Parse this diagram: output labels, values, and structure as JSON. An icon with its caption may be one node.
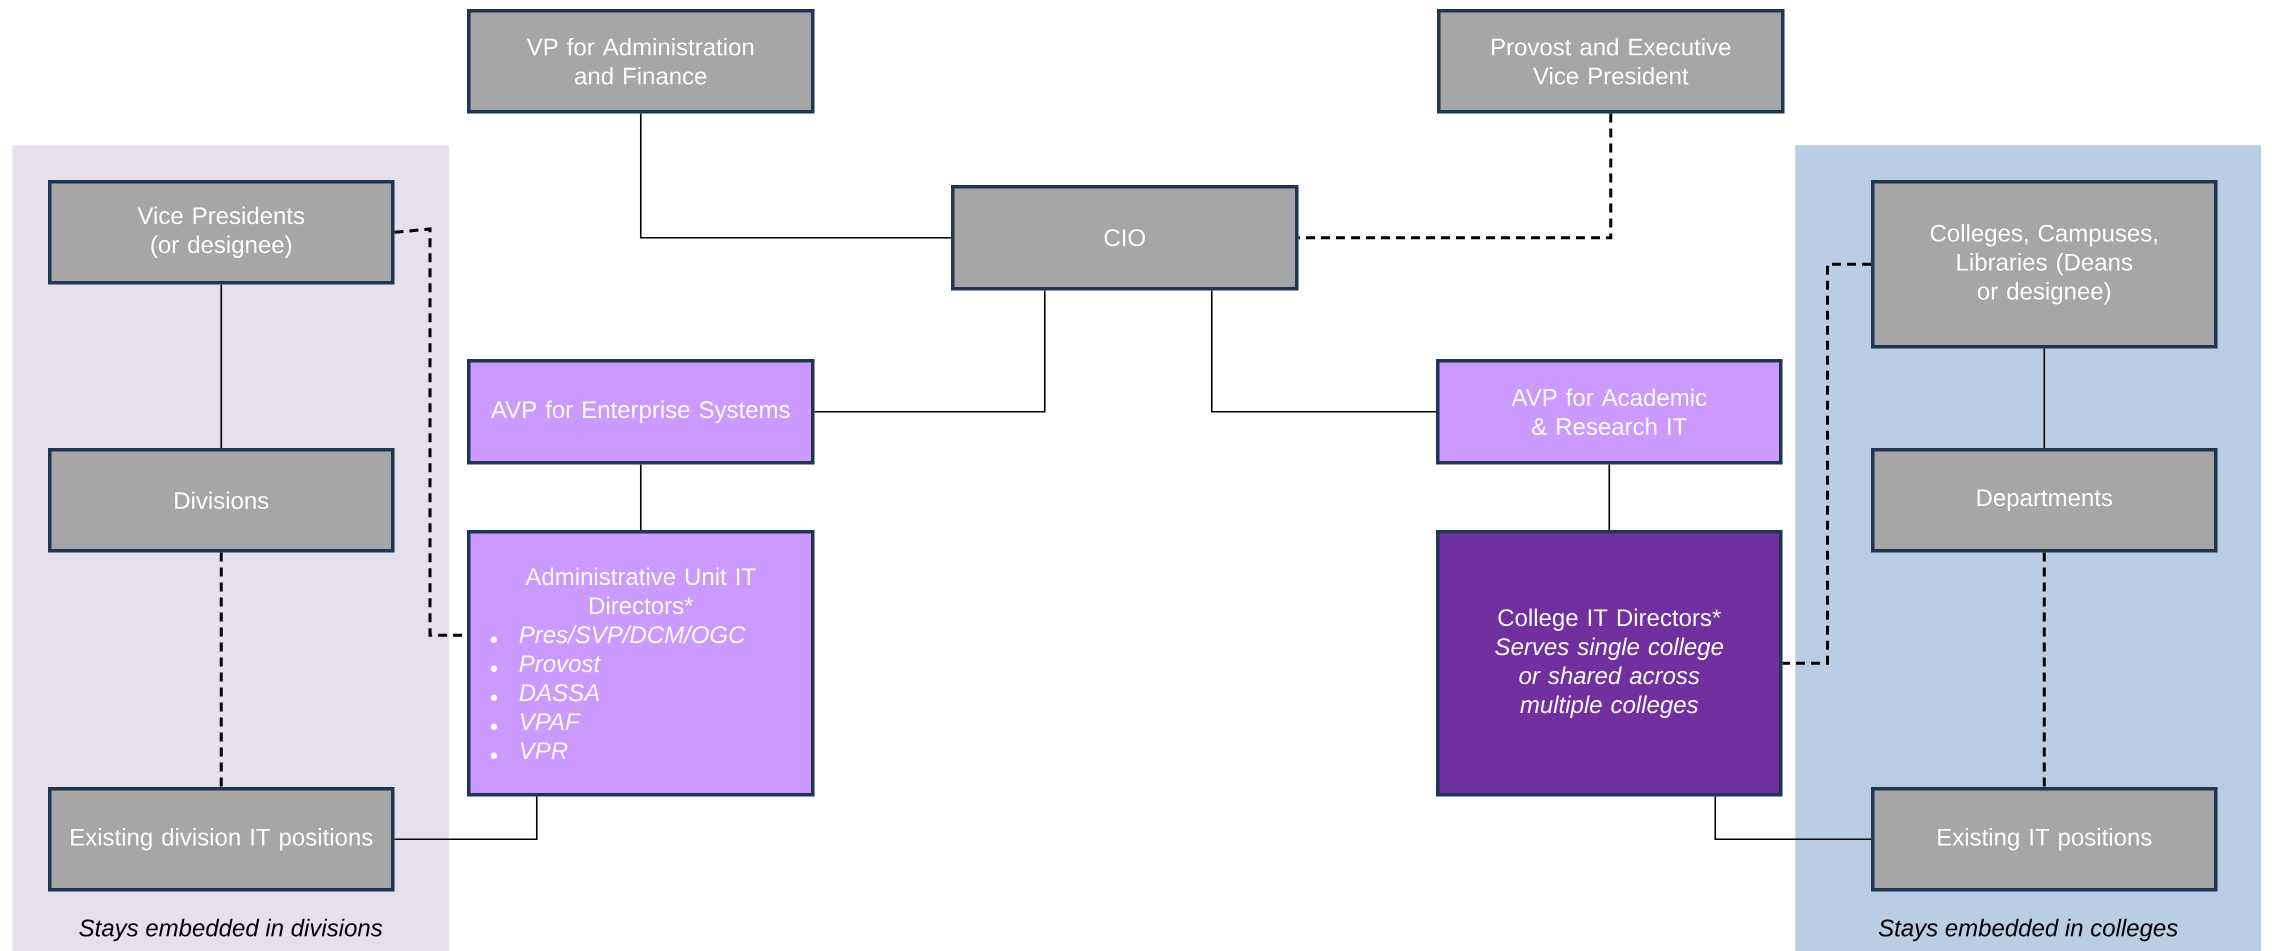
{
  "diagram": {
    "nodes": [
      {
        "text": [
          "Stays embedded in divisions"
        ]
      },
      {
        "text": [
          "VP for Administration and Finance"
        ]
      },
      {
        "text": [
          "Provost and Executive Vice President"
        ]
      },
      {
        "text": [
          "Vice Presidents (or designee)"
        ],
        "in": 0
      },
      {
        "text": [
          "CIO"
        ]
      },
      {
        "text": [
          "AVP for Enterprise Systems"
        ]
      },
      {
        "text": [
          "AVP for Academic & Research IT"
        ]
      },
      {
        "text": [
          "Divisions"
        ],
        "in": 0
      },
      {
        "text": [
          "Administrative Unit IT Directors*",
          "Pres/SVP/DCM/OGC",
          "Provost",
          "DASSA",
          "VPAF",
          "VPR"
        ]
      },
      {
        "text": [
          "College IT Directors*",
          "Serves single college or shared across multiple colleges"
        ]
      },
      {
        "text": [
          "Existing division IT positions"
        ],
        "in": 0
      },
      {
        "text": [
          "Stays embedded in colleges"
        ]
      },
      {
        "text": [
          "Colleges, Campuses, Libraries (Deans or designee)"
        ],
        "in": 11
      },
      {
        "text": [
          "Departments"
        ],
        "in": 11
      },
      {
        "text": [
          "Existing IT positions"
        ],
        "in": 11
      }
    ],
    "edges": [
      {
        "from": 1,
        "to": 4,
        "arrow": "none"
      },
      {
        "from": 2,
        "to": 4,
        "arrow": "none",
        "style": "dashed"
      },
      {
        "from": 4,
        "to": 5,
        "arrow": "none"
      },
      {
        "from": 4,
        "to": 6,
        "arrow": "none"
      },
      {
        "from": 3,
        "to": 7,
        "arrow": "none"
      },
      {
        "from": 7,
        "to": 10,
        "arrow": "none",
        "style": "dashed"
      },
      {
        "from": 3,
        "to": 8,
        "arrow": "none",
        "style": "dashed"
      },
      {
        "from": 5,
        "to": 8,
        "arrow": "none"
      },
      {
        "from": 8,
        "to": 10,
        "arrow": "none"
      },
      {
        "from": 12,
        "to": 13,
        "arrow": "none"
      },
      {
        "from": 13,
        "to": 14,
        "arrow": "none",
        "style": "dashed"
      },
      {
        "from": 6,
        "to": 9,
        "arrow": "none"
      },
      {
        "from": 12,
        "to": 9,
        "arrow": "none",
        "style": "dashed"
      },
      {
        "from": 9,
        "to": 14,
        "arrow": "none"
      }
    ]
  }
}
